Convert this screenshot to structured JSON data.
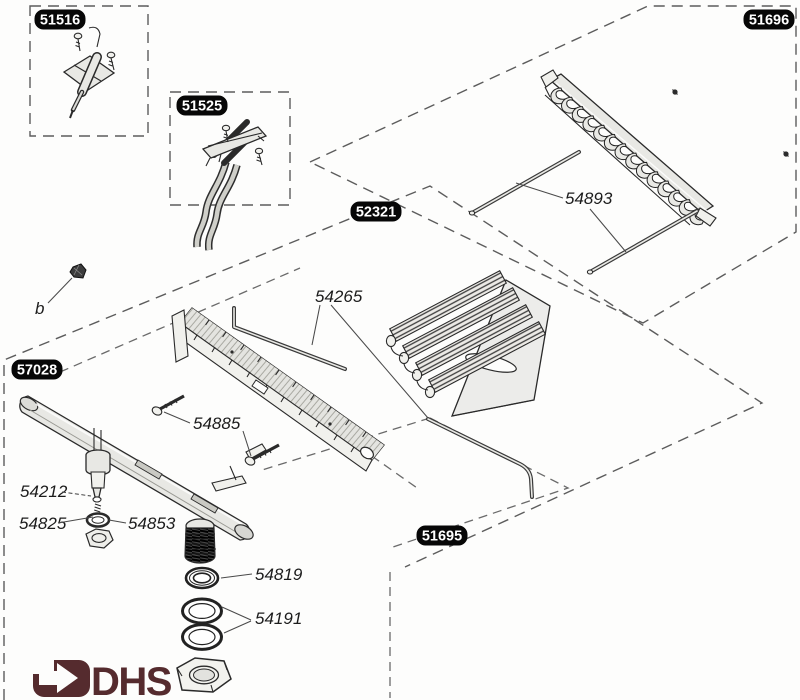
{
  "diagram_title": "exploded-parts-diagram",
  "kits": {
    "k51516": "51516",
    "k51525": "51525",
    "k51696": "51696",
    "k52321": "52321",
    "k57028": "57028",
    "k51695": "51695"
  },
  "parts": {
    "p54893": "54893",
    "p54265": "54265",
    "p54885": "54885",
    "p54212": "54212",
    "p54825": "54825",
    "p54853": "54853",
    "p54819": "54819",
    "p54191": "54191"
  },
  "annotations": {
    "b": "b"
  },
  "logo": {
    "text": "DHS"
  },
  "colors": {
    "logo": "#552b2e",
    "line": "#2a2a2a",
    "fill_gray": "#e8e8e4"
  }
}
